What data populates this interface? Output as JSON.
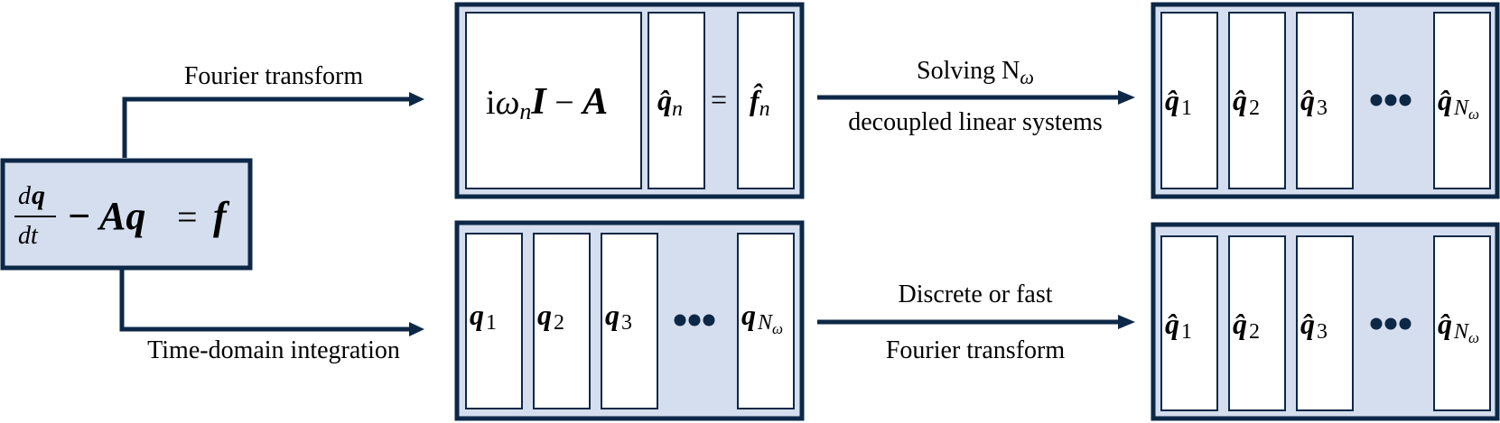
{
  "labels": {
    "fourier_top": "Fourier transform",
    "time_domain": "Time-domain integration",
    "solving_line1": "Solving N",
    "solving_sub": "ω",
    "solving_line2": "decoupled linear systems",
    "dft_line1": "Discrete or fast",
    "dft_line2": "Fourier transform"
  },
  "equation": {
    "num_d": "d",
    "num_q": "q",
    "den": "dt",
    "minus_A_q": "− Aq",
    "equals": "=",
    "f": "f"
  },
  "frequency_system": {
    "operator_i": "i",
    "operator_omega": "ω",
    "operator_n": "n",
    "operator_I": "I",
    "operator_minus": " − ",
    "operator_A": "A",
    "qhat": "q̂",
    "qhat_sub": "n",
    "equals": "=",
    "fhat": "f̂",
    "fhat_sub": "n"
  },
  "time_snapshots": [
    {
      "sym": "q",
      "sub": "1"
    },
    {
      "sym": "q",
      "sub": "2"
    },
    {
      "sym": "q",
      "sub": "3"
    },
    {
      "sym": "q",
      "sub": "N",
      "subsub": "ω"
    }
  ],
  "freq_snapshots": [
    {
      "sym": "q̂",
      "sub": "1"
    },
    {
      "sym": "q̂",
      "sub": "2"
    },
    {
      "sym": "q̂",
      "sub": "3"
    },
    {
      "sym": "q̂",
      "sub": "N",
      "subsub": "ω"
    }
  ],
  "colors": {
    "panel_fill": "#d5deee",
    "stroke": "#0d2847",
    "text": "#000000"
  }
}
